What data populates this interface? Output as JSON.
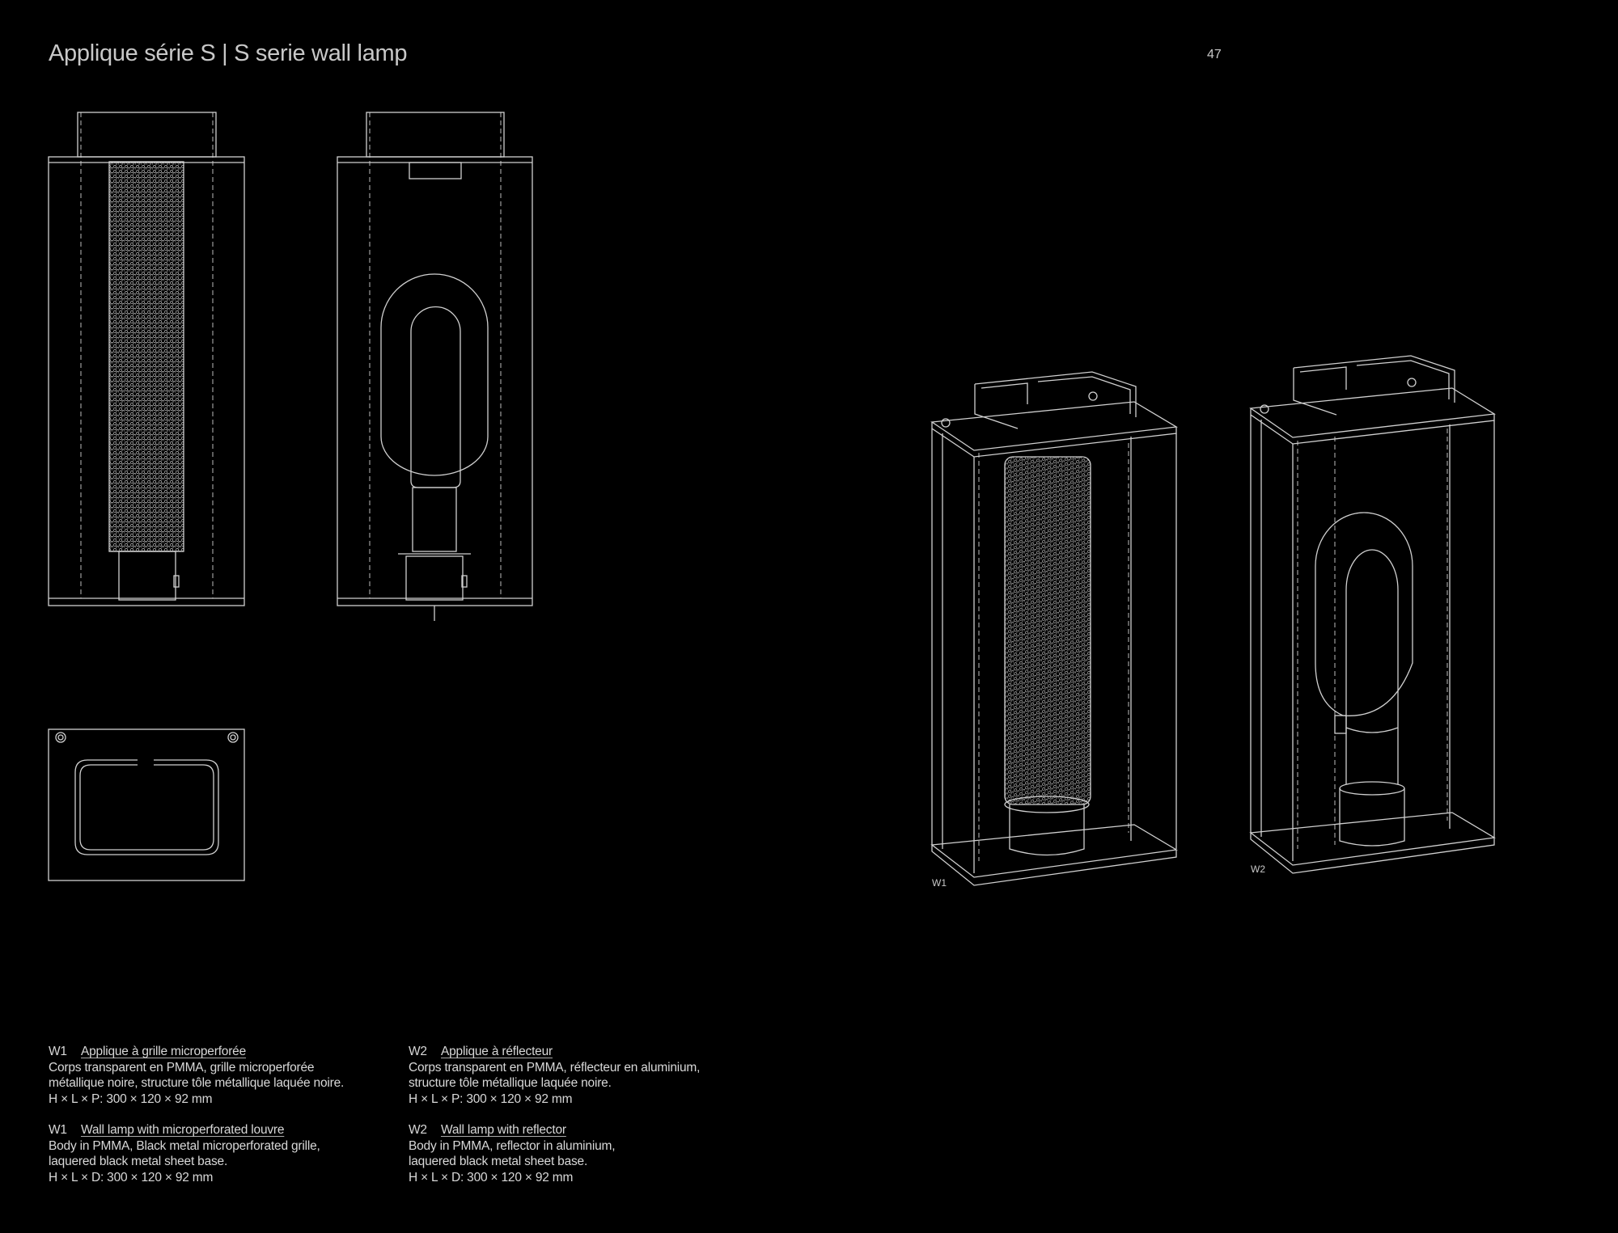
{
  "header": {
    "title": "Applique série S | S serie wall lamp",
    "page_number": "47"
  },
  "figures": {
    "w1_label": "W1",
    "w2_label": "W2"
  },
  "descriptions": {
    "fr": [
      {
        "code": "W1",
        "name": "Applique à grille microperforée",
        "lines": [
          "Corps transparent en PMMA, grille microperforée",
          "métallique noire, structure tôle métallique laquée noire.",
          "H × L × P: 300 × 120 × 92 mm"
        ]
      },
      {
        "code": "W2",
        "name": "Applique à réflecteur",
        "lines": [
          "Corps transparent en PMMA, réflecteur en aluminium,",
          "structure tôle métallique laquée noire.",
          "H × L × P: 300 × 120 × 92 mm"
        ]
      }
    ],
    "en": [
      {
        "code": "W1",
        "name": "Wall lamp with microperforated louvre",
        "lines": [
          "Body in PMMA, Black metal microperforated grille,",
          "laquered black metal sheet base.",
          "H × L × D: 300 × 120 × 92 mm"
        ]
      },
      {
        "code": "W2",
        "name": "Wall lamp with reflector",
        "lines": [
          "Body in PMMA, reflector in aluminium,",
          "laquered black metal sheet base.",
          "H × L × D: 300 × 120 × 92 mm"
        ]
      }
    ]
  },
  "colors": {
    "background": "#000000",
    "line": "#d0d0d0",
    "text": "#c8c8c8"
  }
}
